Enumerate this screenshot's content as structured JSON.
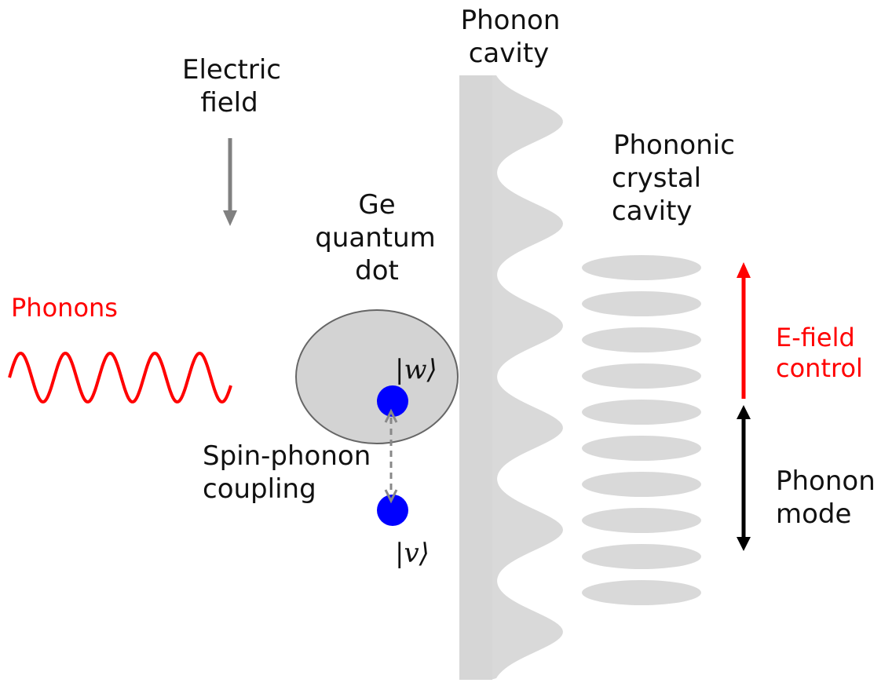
{
  "labels": {
    "electric_field_1": "Electric",
    "electric_field_2": "field",
    "phonon_cavity_1": "Phonon",
    "phonon_cavity_2": "cavity",
    "phononic_crystal_1": "Phononic",
    "phononic_crystal_2": "crystal",
    "phononic_crystal_3": "cavity",
    "quantum_dot_1": "Ge",
    "quantum_dot_2": "quantum",
    "quantum_dot_3": "dot",
    "phonons": "Phonons",
    "ket_w": "|w⟩",
    "ket_v": "|v⟩",
    "spin_phonon_1": "Spin-phonon",
    "spin_phonon_2": "coupling",
    "efield_control_1": "E-field",
    "efield_control_2": "control",
    "phonon_mode_1": "Phonon",
    "phonon_mode_2": "mode"
  },
  "colors": {
    "text": "#111111",
    "red": "#ff0000",
    "gray_arrow": "#808080",
    "cavity_fill": "#d9d9d9",
    "dot_fill": "#d3d3d3",
    "dot_stroke": "#666666",
    "spin_blue": "#0000ff",
    "black": "#000000"
  },
  "crystal_ellipse_count": 10
}
